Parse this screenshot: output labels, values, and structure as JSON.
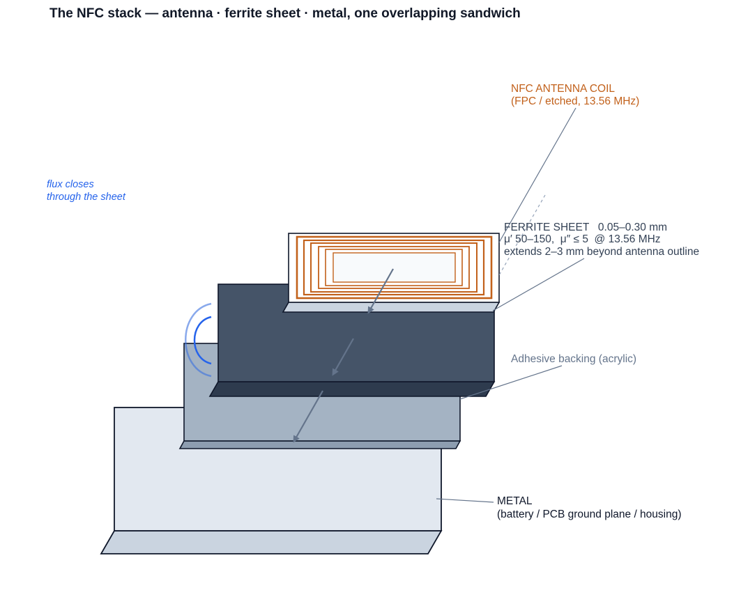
{
  "title": "The NFC stack — antenna · ferrite sheet · metal, one overlapping sandwich",
  "labels": {
    "antenna": {
      "line1": "NFC ANTENNA COIL",
      "line2": "(FPC / etched, 13.56 MHz)"
    },
    "ferrite": {
      "line1": "FERRITE SHEET   0.05–0.30 mm",
      "line2": "μ′ 50–150,  μ″ ≤ 5  @ 13.56 MHz",
      "line3": "extends 2–3 mm beyond antenna outline"
    },
    "adhesive": {
      "line1": "Adhesive backing (acrylic)"
    },
    "metal": {
      "line1": "METAL",
      "line2": "(battery / PCB ground plane / housing)"
    },
    "flux": {
      "line1": "flux closes",
      "line2": "through the sheet"
    }
  },
  "colors": {
    "antenna_copper": "#c2611b",
    "antenna_label": "#c2611b",
    "ferrite_face": "#455468",
    "ferrite_edge": "#2e3b4e",
    "adhesive_face": "#a4b3c3",
    "adhesive_edge": "#8d9db0",
    "metal_face": "#e2e8f0",
    "metal_edge": "#cad4e0",
    "outline": "#0f172a",
    "leader": "#64748b",
    "flux": "#2563eb"
  }
}
